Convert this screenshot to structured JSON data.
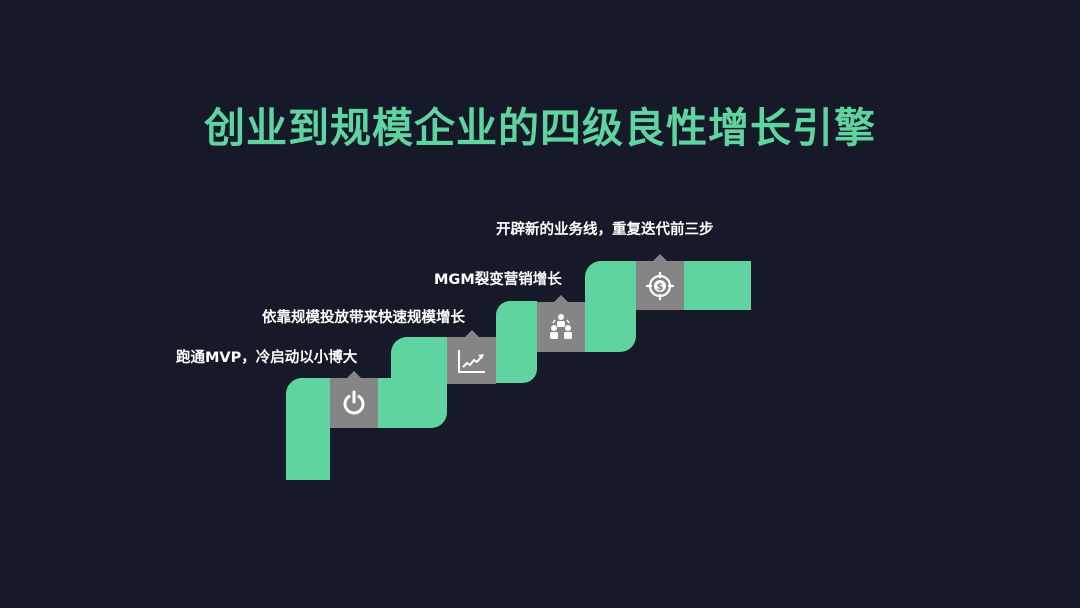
{
  "title": "创业到规模企业的四级良性增长引擎",
  "colors": {
    "background": "#161a28",
    "accent_green": "#5fd4a0",
    "icon_box_gray": "#858585",
    "label_text": "#ffffff"
  },
  "steps": [
    {
      "level": 1,
      "label": "跑通MVP，冷启动以小博大",
      "icon": "power-icon"
    },
    {
      "level": 2,
      "label": "依靠规模投放带来快速规模增长",
      "icon": "growth-chart-icon"
    },
    {
      "level": 3,
      "label": "MGM裂变营销增长",
      "icon": "team-icon"
    },
    {
      "level": 4,
      "label": "开辟新的业务线，重复迭代前三步",
      "icon": "dollar-target-icon"
    }
  ]
}
